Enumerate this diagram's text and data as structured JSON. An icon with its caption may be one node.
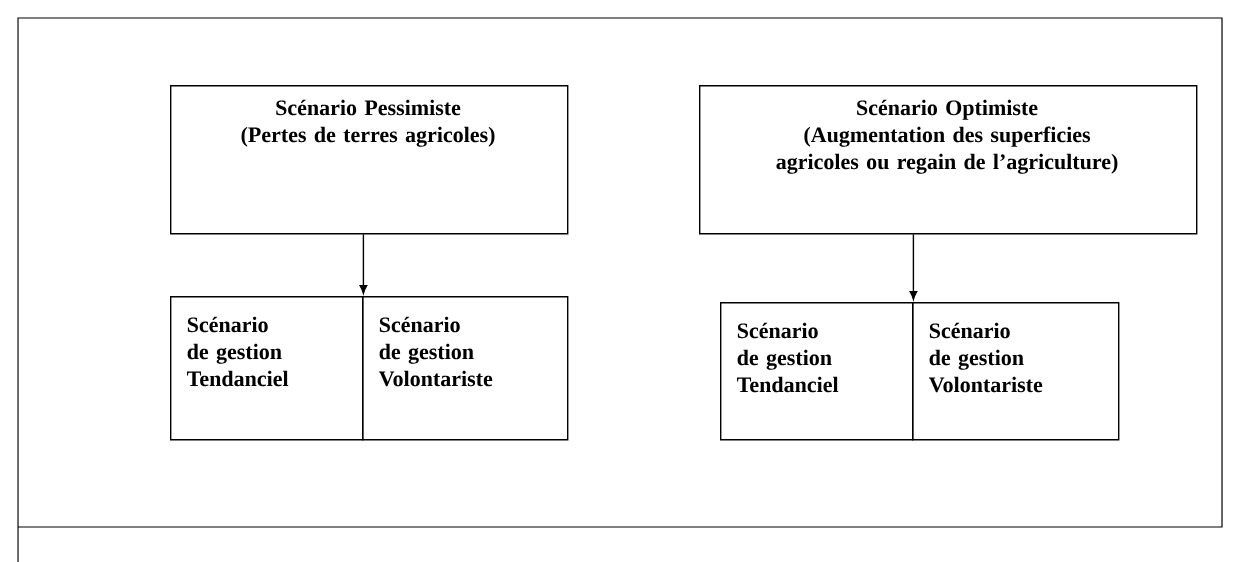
{
  "diagram": {
    "nodes": [
      {
        "text": [
          "Scénario Pessimiste",
          "(Pertes de terres agricoles)"
        ]
      },
      {
        "text": [
          "Scénario Optimiste",
          "(Augmentation des superficies agricoles ou regain de l’agriculture)"
        ]
      },
      {
        "text": [
          "Scénario de gestion Tendanciel"
        ]
      },
      {
        "text": [
          "Scénario de gestion Volontariste"
        ]
      },
      {
        "text": [
          "Scénario de gestion Tendanciel"
        ]
      },
      {
        "text": [
          "Scénario de gestion Volontariste"
        ]
      }
    ],
    "edges": [
      {
        "from": 0,
        "to": 2,
        "arrow": "to"
      },
      {
        "from": 0,
        "to": 3,
        "arrow": "to"
      },
      {
        "from": 1,
        "to": 4,
        "arrow": "to"
      },
      {
        "from": 1,
        "to": 5,
        "arrow": "to"
      }
    ]
  }
}
